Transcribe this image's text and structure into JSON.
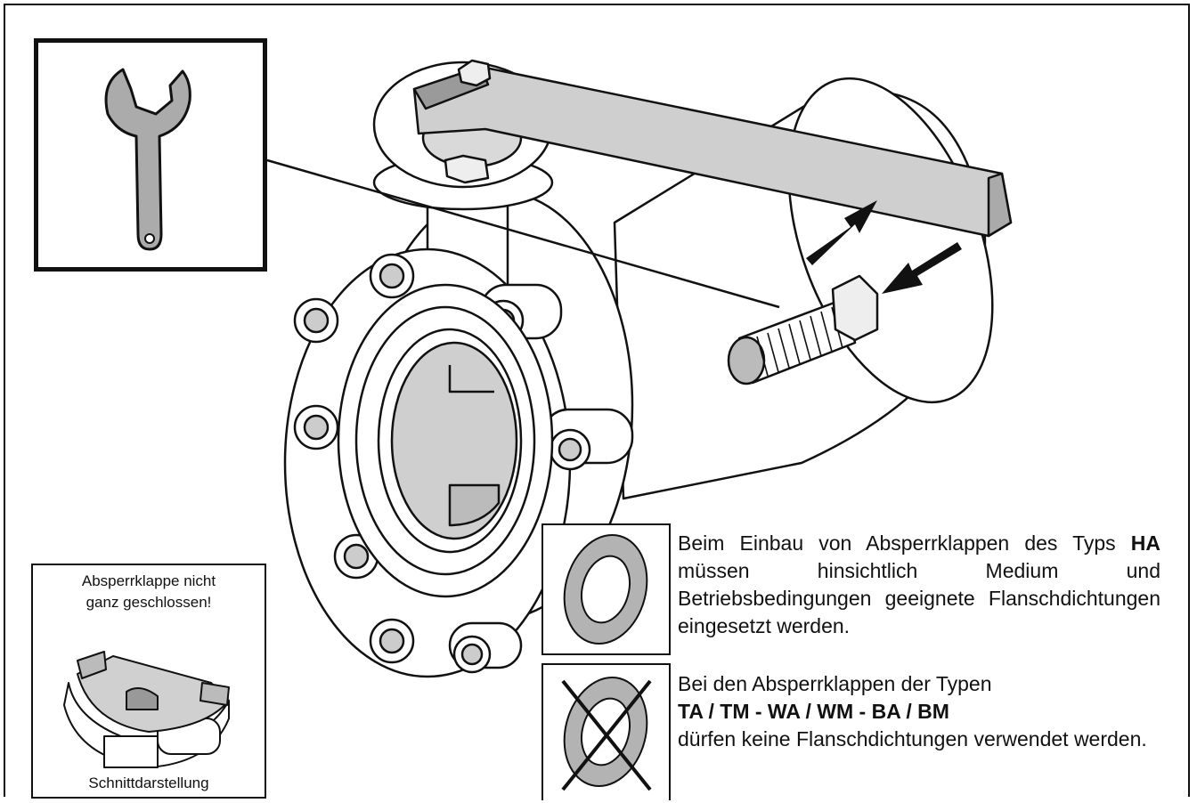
{
  "cutaway": {
    "title_line1": "Absperrklappe nicht",
    "title_line2": "ganz geschlossen!",
    "caption": "Schnittdarstellung"
  },
  "note_gasket": {
    "text_before": "Beim Einbau von Absperrklappen des Typs ",
    "type": "HA",
    "text_after": " müssen hinsichtlich Medium und Betriebsbedingungen geeignete Flanschdichtungen eingesetzt werden."
  },
  "note_no_gasket": {
    "intro": "Bei den Absperrklappen der Typen",
    "types": "TA / TM - WA / WM - BA / BM",
    "text": "dürfen keine Flanschdichtungen verwendet werden."
  }
}
